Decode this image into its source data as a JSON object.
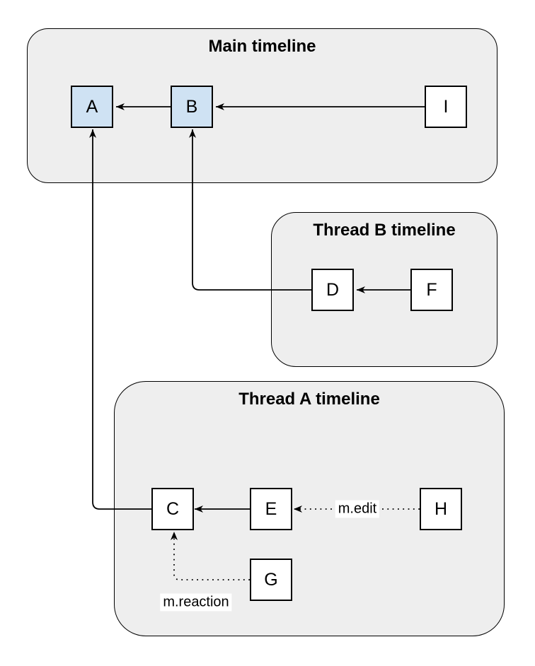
{
  "diagram": {
    "containers": {
      "main": {
        "title": "Main timeline"
      },
      "thread_b": {
        "title": "Thread B timeline"
      },
      "thread_a": {
        "title": "Thread A timeline"
      }
    },
    "nodes": {
      "a": "A",
      "b": "B",
      "i": "I",
      "d": "D",
      "f": "F",
      "c": "C",
      "e": "E",
      "h": "H",
      "g": "G"
    },
    "edges": {
      "edit_label": "m.edit",
      "reaction_label": "m.reaction"
    },
    "colors": {
      "container_fill": "#eeeeee",
      "highlight_node_fill": "#cfe2f3",
      "node_fill": "#ffffff",
      "stroke": "#000000"
    }
  }
}
